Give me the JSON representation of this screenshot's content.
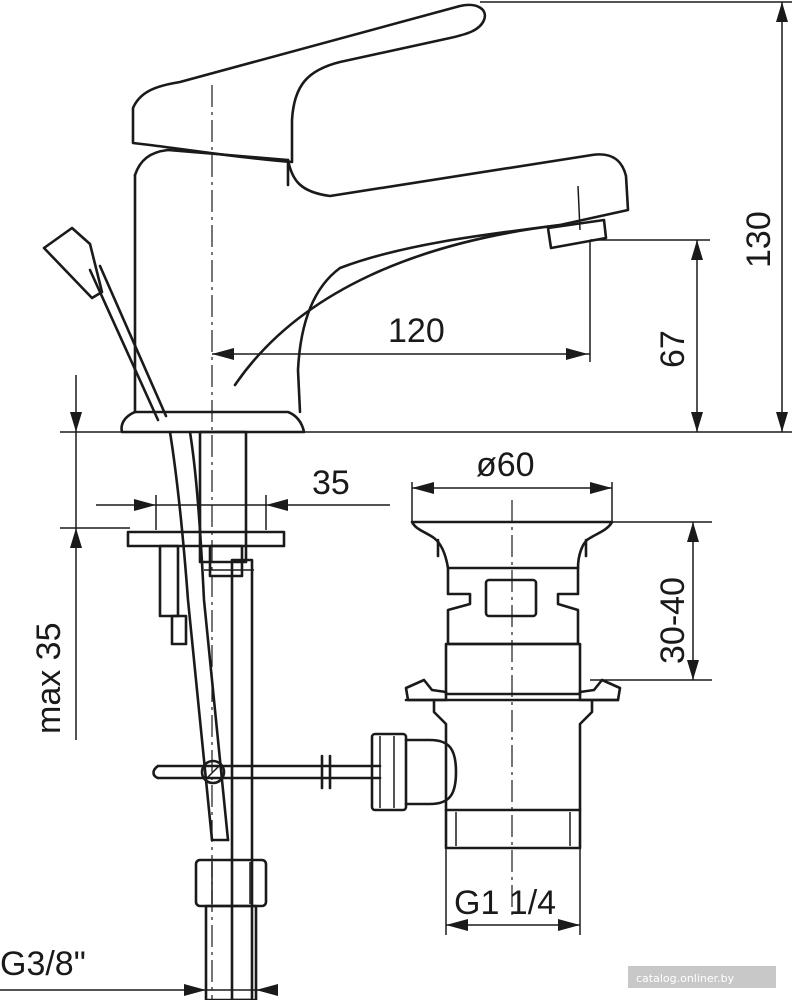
{
  "dimensions": {
    "height_total": "130",
    "spout_height": "67",
    "spout_reach": "120",
    "mount_hole": "35",
    "max_thickness": "max 35",
    "waste_diameter": "ø60",
    "plug_lift": "30-40",
    "waste_thread": "G1 1/4",
    "supply_thread": "G3/8\""
  },
  "watermark": "catalog.onliner.by"
}
